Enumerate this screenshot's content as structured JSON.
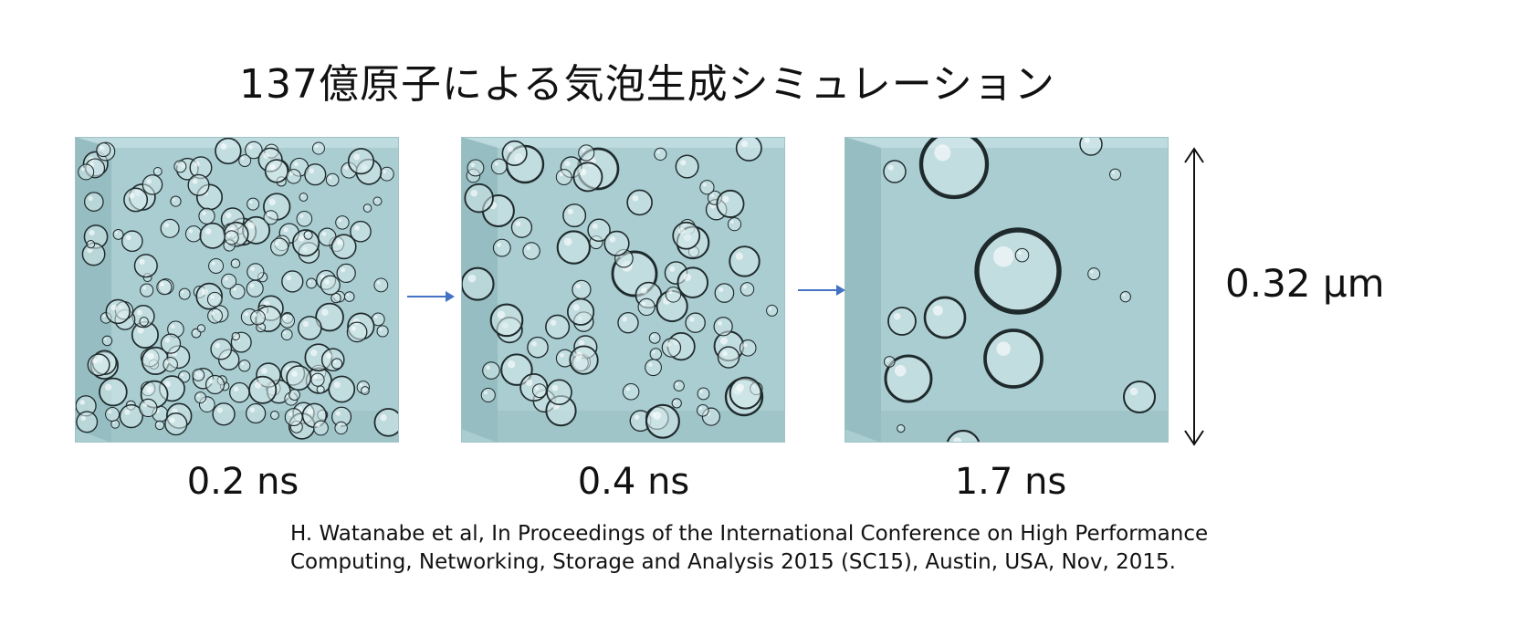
{
  "title": "137億原子による気泡生成シミュレーション",
  "snapshots": [
    {
      "time": "0.2 ns"
    },
    {
      "time": "0.4 ns"
    },
    {
      "time": "1.7 ns"
    }
  ],
  "dimension_label": "0.32 μm",
  "citation": {
    "line1": "H. Watanabe et al,  In Proceedings of the International Conference on High Performance",
    "line2": "Computing, Networking, Storage and Analysis 2015 (SC15), Austin, USA, Nov, 2015."
  },
  "colors": {
    "water": "#a9cdd1",
    "water_side": "#8fb6bb",
    "water_top": "#c3dfe2",
    "bubble_edge": "#1f2a2c",
    "arrow": "#4472c4"
  }
}
